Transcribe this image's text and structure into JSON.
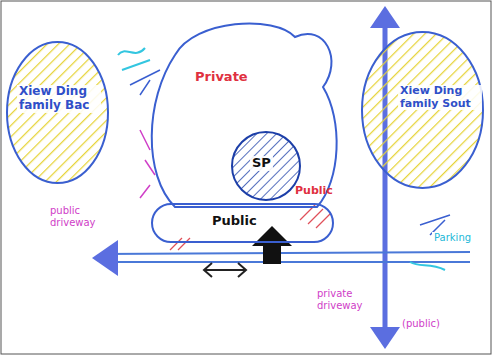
{
  "diagram": {
    "nodes": [
      {
        "text": [
          "Xiew Ding family Bac"
        ]
      },
      {
        "text": [
          "Private",
          "Public"
        ]
      },
      {
        "text": [
          "SP"
        ],
        "in": 1
      },
      {
        "text": [
          "Public"
        ],
        "in": 1
      },
      {
        "text": [
          "Xiew Ding family Sout"
        ]
      }
    ],
    "labels": [
      "public driveway",
      "private driveway",
      "(public)",
      "Parking"
    ]
  }
}
